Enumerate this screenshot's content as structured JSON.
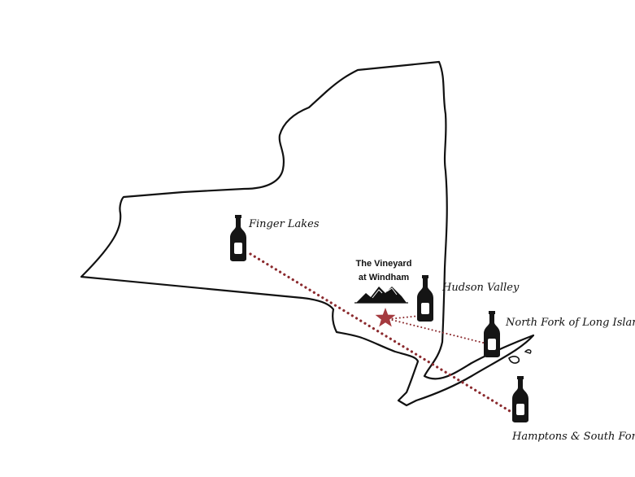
{
  "map": {
    "home": {
      "name_line1": "The Vineyard",
      "name_line2": "at Windham",
      "marker_icon": "star-icon",
      "mountain_icon": "mountains-icon"
    },
    "regions": [
      {
        "id": "finger-lakes",
        "label": "Finger Lakes",
        "icon": "wine-bottle-icon"
      },
      {
        "id": "hudson-valley",
        "label": "Hudson Valley",
        "icon": "wine-bottle-icon"
      },
      {
        "id": "north-fork",
        "label": "North Fork of Long Island",
        "icon": "wine-bottle-icon"
      },
      {
        "id": "hamptons",
        "label": "Hamptons & South Fork",
        "icon": "wine-bottle-icon"
      }
    ],
    "colors": {
      "route": "#8b2a2e",
      "star": "#a53a3f",
      "outline": "#111111",
      "bottle": "#151515"
    }
  }
}
